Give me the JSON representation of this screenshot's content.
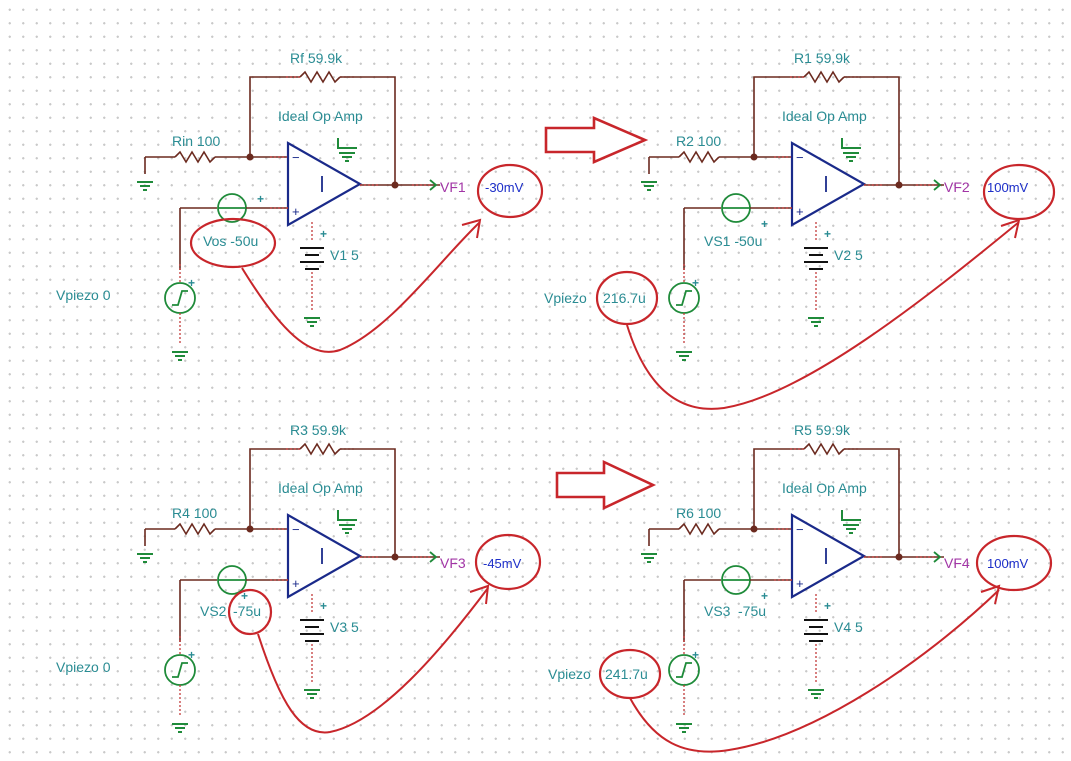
{
  "circuits": [
    {
      "feedback_resistor": "Rf 59.9k",
      "input_resistor": "Rin 100",
      "opamp_label": "Ideal Op Amp",
      "offset_source": "Vos -50u",
      "supply": "V1 5",
      "piezo_prefix": "Vpiezo 0",
      "piezo_value": "",
      "meter_label": "VF1",
      "meter_value": "-30mV"
    },
    {
      "feedback_resistor": "R1 59.9k",
      "input_resistor": "R2 100",
      "opamp_label": "Ideal Op Amp",
      "offset_source": "VS1 -50u",
      "supply": "V2 5",
      "piezo_prefix": "Vpiezo",
      "piezo_value": "216.7u",
      "meter_label": "VF2",
      "meter_value": "100mV"
    },
    {
      "feedback_resistor": "R3 59.9k",
      "input_resistor": "R4 100",
      "opamp_label": "Ideal Op Amp",
      "offset_source": "VS2",
      "offset_value": "-75u",
      "supply": "V3 5",
      "piezo_prefix": "Vpiezo 0",
      "piezo_value": "",
      "meter_label": "VF3",
      "meter_value": "-45mV"
    },
    {
      "feedback_resistor": "R5 59.9k",
      "input_resistor": "R6 100",
      "opamp_label": "Ideal Op Amp",
      "offset_source": "VS3",
      "offset_value": "-75u",
      "supply": "V4 5",
      "piezo_prefix": "Vpiezo",
      "piezo_value": "241.7u",
      "meter_label": "VF4",
      "meter_value": "100mV"
    }
  ],
  "colors": {
    "wire": "#6b2a1f",
    "ground": "#1f8b3a",
    "opamp": "#1a2a8a",
    "label": "#2a8c93",
    "meter_label": "#a235a6",
    "meter_value": "#1d2fc9",
    "annotation": "#c8262b"
  }
}
